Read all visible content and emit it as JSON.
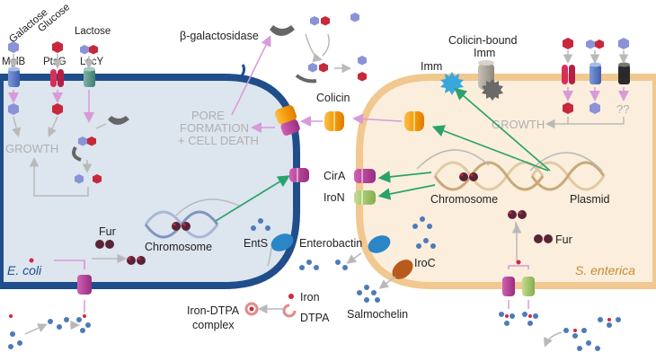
{
  "labels": {
    "galactose": "Galactose",
    "glucose": "Glucose",
    "lactose": "Lactose",
    "mglb": "MglB",
    "ptsg": "PtsG",
    "lacy": "LacY",
    "growth_left": "GROWTH",
    "growth_right": "GROWTH",
    "unknown": "??",
    "beta_gal": "β-galactosidase",
    "pore1": "PORE",
    "pore2": "FORMATION",
    "pore3": "+ CELL DEATH",
    "colicin": "Colicin",
    "imm": "Imm",
    "colicin_bound1": "Colicin-bound",
    "colicin_bound2": "Imm",
    "cira": "CirA",
    "iron": "IroN",
    "chromosome_left": "Chromosome",
    "chromosome_right": "Chromosome",
    "plasmid": "Plasmid",
    "fur_left": "Fur",
    "fur_right": "Fur",
    "ents": "EntS",
    "enterobactin": "Enterobactin",
    "iroc": "IroC",
    "salmochelin": "Salmochelin",
    "ecoli": "E. coli",
    "senterica": "S. enterica",
    "iron_legend": "Iron",
    "dtpa": "DTPA",
    "iron_dtpa1": "Iron-DTPA",
    "iron_dtpa2": "complex"
  },
  "colors": {
    "ecoli_fill": "#dde5ef",
    "ecoli_membrane": "#1f4e8a",
    "senterica_fill": "#fbeedd",
    "senterica_membrane": "#f0c890",
    "galactose": "#8a93d8",
    "glucose": "#c8283c",
    "arrow_green": "#2aa36b",
    "arrow_pink": "#d89ad8",
    "arrow_gray": "#b9b9b9",
    "colicin": "#f5a20a",
    "cira": "#b0308e",
    "iron_receptor": "#9fc46a",
    "ents": "#2b86c8",
    "iroc": "#b85a1c",
    "fur": "#5a2436"
  }
}
